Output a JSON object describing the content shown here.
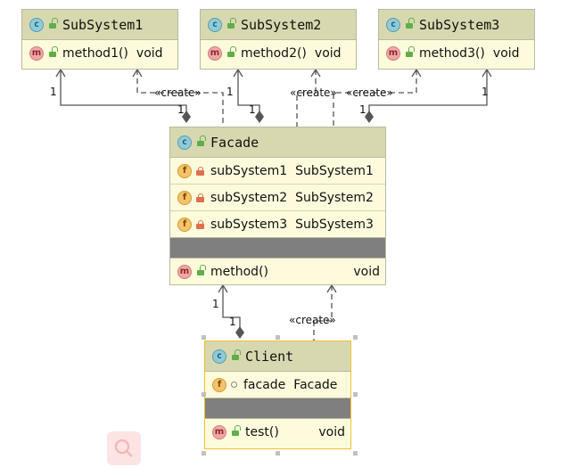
{
  "classes": {
    "subsystem1": {
      "name": "SubSystem1",
      "method": {
        "name": "method1()",
        "type": "void"
      }
    },
    "subsystem2": {
      "name": "SubSystem2",
      "method": {
        "name": "method2()",
        "type": "void"
      }
    },
    "subsystem3": {
      "name": "SubSystem3",
      "method": {
        "name": "method3()",
        "type": "void"
      }
    },
    "facade": {
      "name": "Facade",
      "fields": [
        {
          "name": "subSystem1",
          "type": "SubSystem1"
        },
        {
          "name": "subSystem2",
          "type": "SubSystem2"
        },
        {
          "name": "subSystem3",
          "type": "SubSystem3"
        }
      ],
      "method": {
        "name": "method()",
        "type": "void"
      }
    },
    "client": {
      "name": "Client",
      "field": {
        "name": "facade",
        "type": "Facade"
      },
      "method": {
        "name": "test()",
        "type": "void"
      }
    }
  },
  "badges": {
    "class": "c",
    "method": "m",
    "field": "f"
  },
  "labels": {
    "create": "«create»",
    "multiplicity": "1"
  },
  "icons": [
    "class-icon",
    "method-icon",
    "field-icon",
    "unlocked-icon",
    "locked-icon",
    "package-private-icon",
    "search-icon"
  ],
  "colors": {
    "header": "#d8d8b0",
    "body": "#fdfbdc",
    "selection": "#f0c030",
    "separator": "#7f7f7f"
  }
}
